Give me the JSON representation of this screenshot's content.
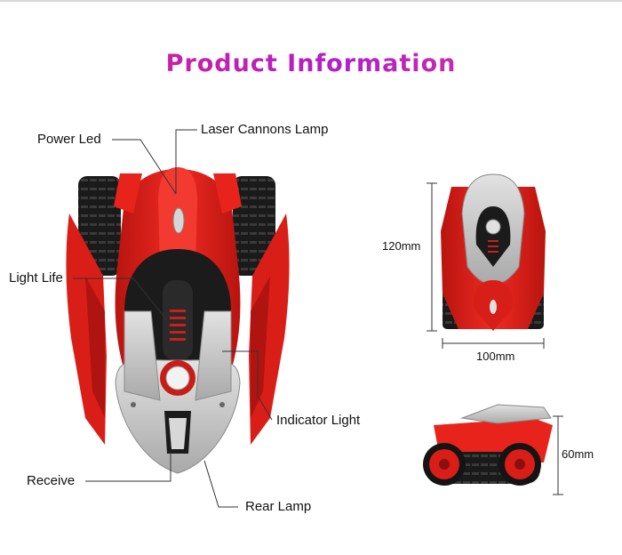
{
  "title": "Product Information",
  "labels": {
    "power_led": "Power Led",
    "laser_cannons_lamp": "Laser Cannons Lamp",
    "light_life": "Light Life",
    "indicator_light": "Indicator Light",
    "receive": "Receive",
    "rear_lamp": "Rear Lamp"
  },
  "dimensions": {
    "length": "120mm",
    "width": "100mm",
    "height": "60mm"
  },
  "colors": {
    "title_start": "#e0208a",
    "title_end": "#b020c8",
    "body_red": "#e8231c",
    "body_dark": "#1b1b1b",
    "trim_silver": "#c4c4c4"
  }
}
